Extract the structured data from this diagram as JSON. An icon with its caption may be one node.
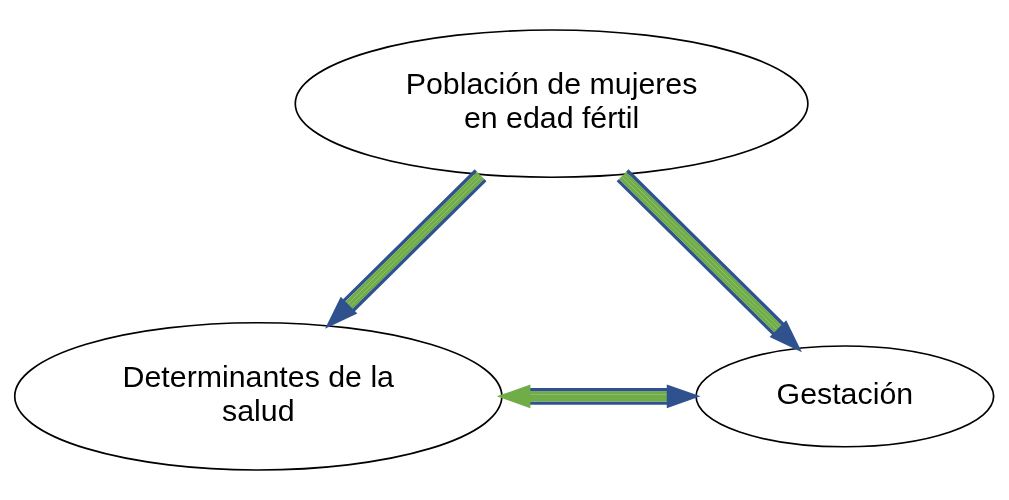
{
  "diagram": {
    "nodes": [
      {
        "text": [
          "Población de mujeres en edad fértil"
        ]
      },
      {
        "text": [
          "Determinantes de la salud"
        ]
      },
      {
        "text": [
          "Gestación"
        ]
      }
    ],
    "edges": [
      {
        "from": 0,
        "to": 1,
        "arrow": "to"
      },
      {
        "from": 0,
        "to": 2,
        "arrow": "to"
      },
      {
        "from": 1,
        "to": 2,
        "arrow": "both"
      }
    ]
  }
}
